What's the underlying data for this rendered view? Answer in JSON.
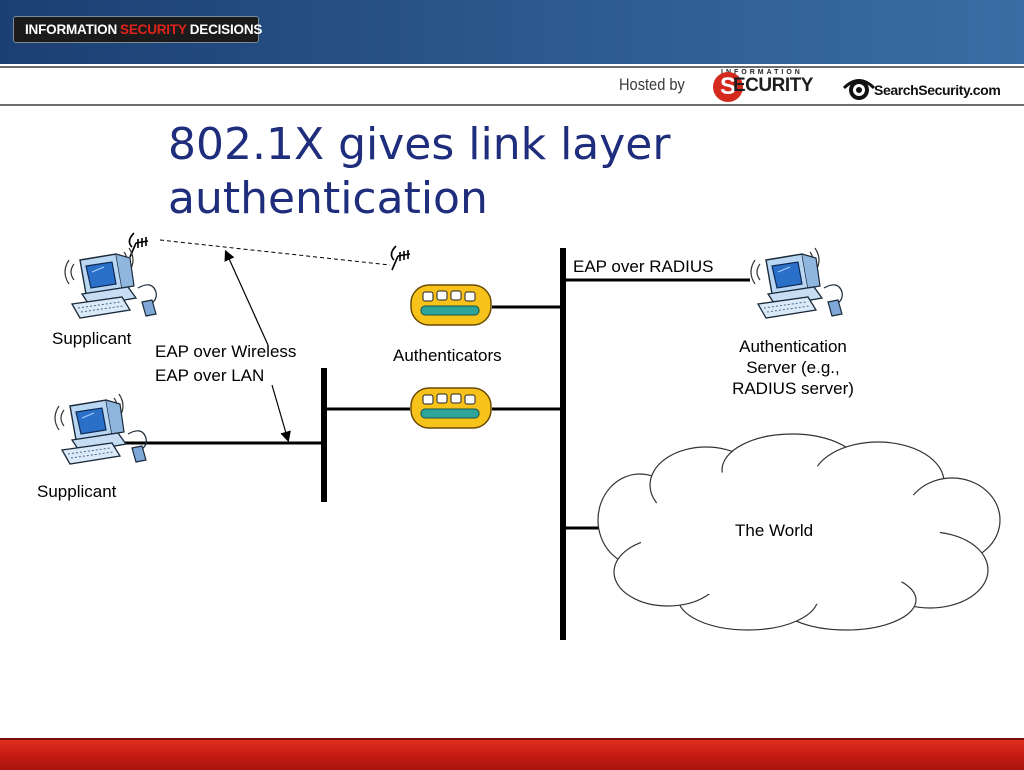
{
  "header": {
    "logo": {
      "part1": "INFORMATION",
      "part2": "SECURITY",
      "part3": "DECISIONS"
    },
    "hosted_by": "Hosted by",
    "sponsors": [
      {
        "top_text": "INFORMATION",
        "mark": "S",
        "rest": "ECURITY",
        "icon": "information-security-logo"
      },
      {
        "name": "SearchSecurity.com",
        "icon": "eye-logo"
      }
    ]
  },
  "slide": {
    "title_line1": "802.1X gives link layer",
    "title_line2": "authentication"
  },
  "diagram": {
    "labels": {
      "supplicant_wireless": "Supplicant",
      "supplicant_wired": "Supplicant",
      "eap_wireless": "EAP over Wireless",
      "eap_lan": "EAP over LAN",
      "authenticators": "Authenticators",
      "eap_radius": "EAP over RADIUS",
      "auth_server_line1": "Authentication",
      "auth_server_line2": "Server (e.g.,",
      "auth_server_line3": "RADIUS server)",
      "world": "The World"
    },
    "icons": [
      "computer-icon",
      "antenna-icon",
      "switch-icon",
      "cloud-icon"
    ]
  },
  "colors": {
    "title": "#1f2d7d",
    "banner": "#2c5a90",
    "bottom_band": "#c31a12",
    "switch_body": "#f7c21a",
    "switch_port": "#2fa59a",
    "monitor_screen": "#2a6fc8",
    "computer_body": "#b9d6f2"
  }
}
